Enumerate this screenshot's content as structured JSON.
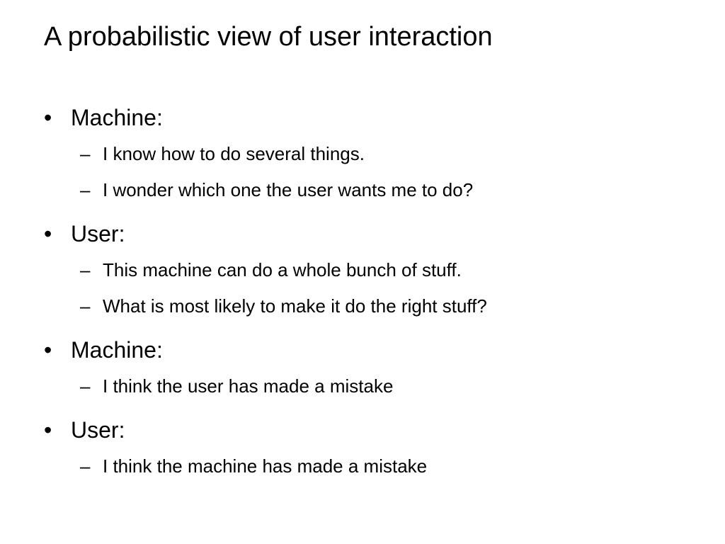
{
  "slide": {
    "title": "A probabilistic view of user interaction",
    "bullet_marker": "•",
    "sub_marker": "–",
    "bullets": [
      {
        "label": "Machine:",
        "subs": [
          "I know how to do several things.",
          "I wonder which one the user wants me to do?"
        ]
      },
      {
        "label": "User:",
        "subs": [
          "This machine can do a whole bunch of stuff.",
          "What is most likely to make it do the right stuff?"
        ]
      },
      {
        "label": "Machine:",
        "subs": [
          "I think the user has made a mistake"
        ]
      },
      {
        "label": "User:",
        "subs": [
          "I think the machine has made a mistake"
        ]
      }
    ]
  }
}
